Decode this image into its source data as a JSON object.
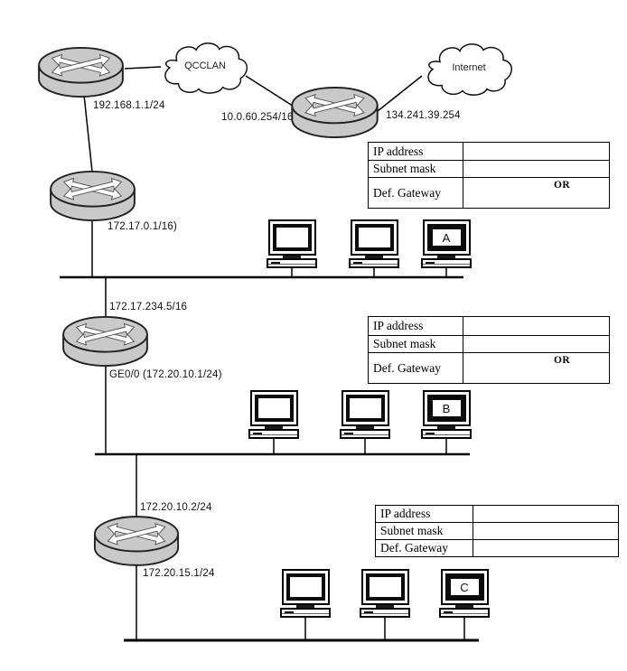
{
  "clouds": {
    "qcclan": "QCCLAN",
    "internet": "Internet"
  },
  "labels": {
    "r1_lan_ip": "192.168.1.1/24",
    "gw_left_ip": "10.0.60.254/16",
    "gw_right_ip": "134.241.39.254",
    "r2_lan_ip": "172.17.0.1/16)",
    "r3_upper_ip": "172.17.234.5/16",
    "r3_lower_if": "GE0/0 (172.20.10.1/24)",
    "r4_upper_ip": "172.20.10.2/24",
    "r4_lower_ip": "172.20.15.1/24"
  },
  "hosts": {
    "a": "A",
    "b": "B",
    "c": "C"
  },
  "tables": [
    {
      "rows": [
        "IP address",
        "Subnet mask",
        "Def. Gateway"
      ],
      "or_label": "OR"
    },
    {
      "rows": [
        "IP address",
        "Subnet mask",
        "Def. Gateway"
      ],
      "or_label": "OR"
    },
    {
      "rows": [
        "IP address",
        "Subnet mask",
        "Def. Gateway"
      ]
    }
  ],
  "colors": {
    "router_fill": "#c9c9c9",
    "line": "#000000"
  }
}
